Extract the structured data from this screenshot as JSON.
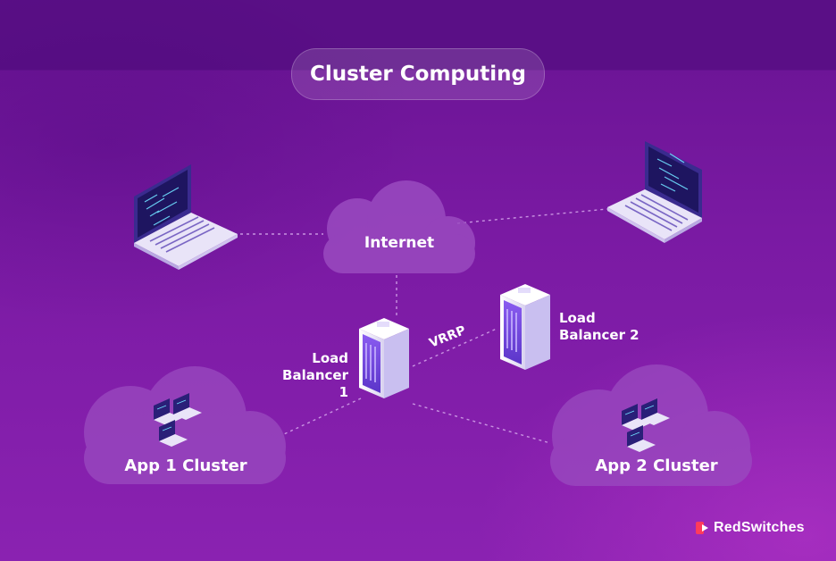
{
  "title": "Cluster Computing",
  "nodes": {
    "internet": "Internet",
    "load_balancer_1_line1": "Load",
    "load_balancer_1_line2": "Balancer 1",
    "load_balancer_2_line1": "Load",
    "load_balancer_2_line2": "Balancer 2",
    "vrrp": "VRRP",
    "app1_cluster": "App 1 Cluster",
    "app2_cluster": "App 2 Cluster"
  },
  "brand": {
    "name": "RedSwitches"
  },
  "colors": {
    "background": "#7a1aa3",
    "cloud_fill": "#9a4bc0",
    "server_body": "#f2eefc",
    "server_panel": "#7b4fe0",
    "brand_red": "#ff3b5c"
  }
}
